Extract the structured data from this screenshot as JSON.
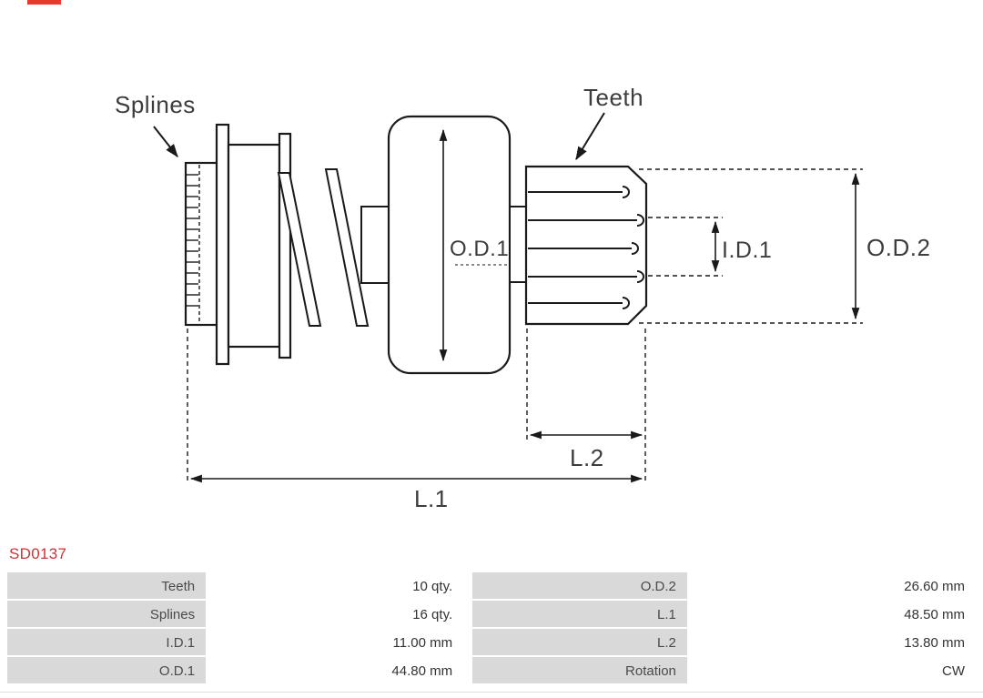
{
  "part_number": "SD0137",
  "diagram": {
    "labels": {
      "splines": "Splines",
      "teeth": "Teeth",
      "od1": "O.D.1",
      "id1": "I.D.1",
      "od2": "O.D.2",
      "l1": "L.1",
      "l2": "L.2"
    }
  },
  "specs": {
    "rows": [
      {
        "cells": [
          "Teeth",
          "10 qty.",
          "O.D.2",
          "26.60 mm"
        ]
      },
      {
        "cells": [
          "Splines",
          "16 qty.",
          "L.1",
          "48.50 mm"
        ]
      },
      {
        "cells": [
          "I.D.1",
          "11.00 mm",
          "L.2",
          "13.80 mm"
        ]
      },
      {
        "cells": [
          "O.D.1",
          "44.80 mm",
          "Rotation",
          "CW"
        ]
      }
    ]
  },
  "colors": {
    "accent_mark": "#e8392e",
    "part_number_text": "#cc3333",
    "table_label_bg": "#d9d9d9",
    "table_value_bg": "#ffffff",
    "line": "#1a1a1a"
  }
}
